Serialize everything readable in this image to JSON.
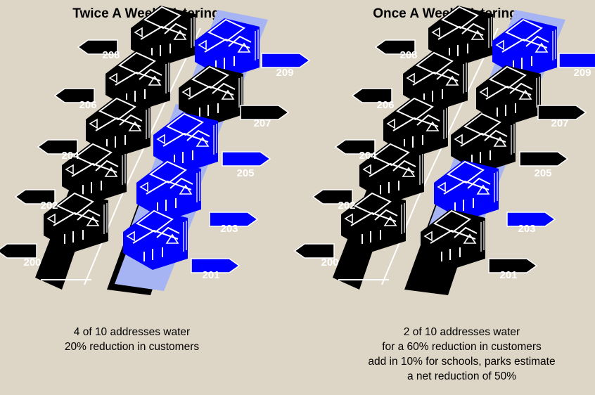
{
  "colors": {
    "background": "#ddd5c6",
    "house": "#000000",
    "watering": "#0000ff",
    "watering_halo": "#a6b4f4",
    "label_text": "#ffffff"
  },
  "panels": [
    {
      "title": "Twice A Week Watering",
      "left_labels": [
        "208",
        "206",
        "204",
        "202",
        "200"
      ],
      "right_labels": [
        "209",
        "207",
        "205",
        "203",
        "201"
      ],
      "watering_addresses": [
        "209",
        "205",
        "203",
        "201"
      ],
      "caption": [
        "4 of 10 addresses water",
        "20% reduction in customers"
      ]
    },
    {
      "title": "Once A Week Watering",
      "left_labels": [
        "208",
        "206",
        "204",
        "202",
        "200"
      ],
      "right_labels": [
        "209",
        "207",
        "205",
        "203",
        "201"
      ],
      "watering_addresses": [
        "209",
        "203"
      ],
      "caption": [
        "2 of 10 addresses water",
        "for a 60% reduction in customers",
        "add in 10% for schools, parks estimate",
        "a net reduction of 50%"
      ]
    }
  ]
}
